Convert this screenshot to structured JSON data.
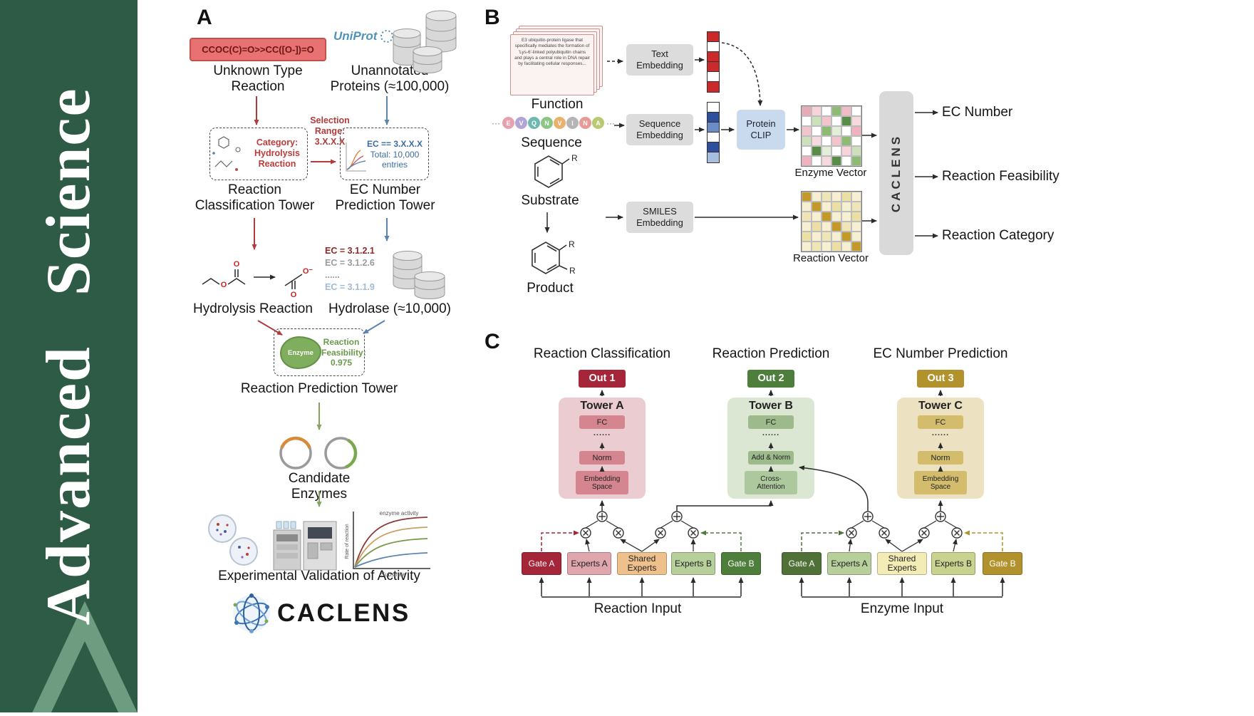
{
  "journal": {
    "name": "Advanced  Science"
  },
  "panelA": {
    "label": "A",
    "smiles": "CCOC(C)=O>>CC([O-])=O",
    "unknown_reaction": [
      "Unknown Type",
      "Reaction"
    ],
    "uniprot": "UniProt",
    "unannotated_proteins": [
      "Unannotated",
      "Proteins (≈100,000)"
    ],
    "selection_range": [
      "Selection",
      "Range:",
      "3.X.X.X"
    ],
    "category_box": [
      "Category:",
      "Hydrolysis",
      "Reaction"
    ],
    "ec_filter_box": [
      "EC == 3.X.X.X",
      "Total: 10,000",
      "entries"
    ],
    "reaction_classification_tower": [
      "Reaction",
      "Classification Tower"
    ],
    "ec_prediction_tower": [
      "EC Number",
      "Prediction Tower"
    ],
    "hydrolysis_reaction": "Hydrolysis Reaction",
    "ec_list": [
      "EC = 3.1.2.1",
      "EC = 3.1.2.6",
      "......",
      "EC = 3.1.1.9"
    ],
    "hydrolase": "Hydrolase (≈10,000)",
    "enzyme": "Enzyme",
    "feasibility": [
      "Reaction",
      "Feasibility:",
      "0.975"
    ],
    "reaction_prediction_tower": "Reaction Prediction Tower",
    "candidate_enzymes": "Candidate Enzymes",
    "validation": "Experimental Validation of Activity",
    "activity_chart": {
      "title": "enzyme activity",
      "xlabel": "Substrate",
      "ylabel": "Rate of reaction"
    },
    "logo": "CACLENS",
    "atom_o": "O",
    "atom_o_minus": "O⁻"
  },
  "panelB": {
    "label": "B",
    "function_card": "E3 ubiquitin-protein ligase that specifically mediates the formation of 'Lys-6'-linked polyubiquitin chains and plays a central role in DNA repair by facilitating cellular responses...",
    "function_label": "Function",
    "text_embedding": [
      "Text",
      "Embedding"
    ],
    "ellipsis": "···",
    "residues": [
      {
        "letter": "E",
        "color": "#e8a0ae"
      },
      {
        "letter": "V",
        "color": "#b2a4d6"
      },
      {
        "letter": "Q",
        "color": "#6fb8b2"
      },
      {
        "letter": "N",
        "color": "#8cc687"
      },
      {
        "letter": "V",
        "color": "#e8b26e"
      },
      {
        "letter": "I",
        "color": "#b5b5b5"
      },
      {
        "letter": "N",
        "color": "#e89a94"
      },
      {
        "letter": "A",
        "color": "#b8c873"
      }
    ],
    "sequence_label": "Sequence",
    "sequence_embedding": [
      "Sequence",
      "Embedding"
    ],
    "protein_clip": [
      "Protein",
      "CLIP"
    ],
    "enzyme_vector_label": "Enzyme Vector",
    "substrate_label": "Substrate",
    "product_label": "Product",
    "smiles_embedding": [
      "SMILES",
      "Embedding"
    ],
    "reaction_vector_label": "Reaction Vector",
    "caclens_box": "CACLENS",
    "outputs": [
      "EC Number",
      "Reaction Feasibility",
      "Reaction Category"
    ],
    "r_label": "R",
    "text_vector_cells": [
      "#cc2a2a",
      "#ffffff",
      "#cc2a2a",
      "#cc2a2a",
      "#ffffff",
      "#cc2a2a"
    ],
    "sequence_vector_cells": [
      "#ffffff",
      "#2e4f9e",
      "#6c8cc8",
      "#ffffff",
      "#2e4f9e",
      "#a8bede"
    ],
    "enzyme_vector_cells": [
      [
        "#e9aab8",
        "#f6d4da",
        "#ffffff",
        "#8fba74",
        "#f2bcc6",
        "#ffffff"
      ],
      [
        "#ffffff",
        "#cde0bc",
        "#f2c4cc",
        "#ffffff",
        "#5a8c49",
        "#f6dade"
      ],
      [
        "#f2c4cc",
        "#ffffff",
        "#8fba74",
        "#e3eed8",
        "#ffffff",
        "#f0b2be"
      ],
      [
        "#cde0bc",
        "#f6dade",
        "#ffffff",
        "#f2c4cc",
        "#8fba74",
        "#ffffff"
      ],
      [
        "#ffffff",
        "#5a8c49",
        "#e3eed8",
        "#ffffff",
        "#f6d4da",
        "#cde0bc"
      ],
      [
        "#f0b2be",
        "#ffffff",
        "#f6dade",
        "#5a8c49",
        "#ffffff",
        "#8fba74"
      ]
    ],
    "reaction_vector_cells": [
      [
        "#c39a2a",
        "#f6efd2",
        "#efe5b6",
        "#f6efd2",
        "#ebdfa6",
        "#f6efd2"
      ],
      [
        "#f6efd2",
        "#c39a2a",
        "#f6efd2",
        "#ebdfa6",
        "#f6efd2",
        "#efe5b6"
      ],
      [
        "#efe5b6",
        "#f6efd2",
        "#c39a2a",
        "#f6efd2",
        "#f6efd2",
        "#ebdfa6"
      ],
      [
        "#f6efd2",
        "#ebdfa6",
        "#f6efd2",
        "#c39a2a",
        "#efe5b6",
        "#f6efd2"
      ],
      [
        "#ebdfa6",
        "#f6efd2",
        "#efe5b6",
        "#f6efd2",
        "#c39a2a",
        "#f6efd2"
      ],
      [
        "#f6efd2",
        "#efe5b6",
        "#f6efd2",
        "#ebdfa6",
        "#f6efd2",
        "#c39a2a"
      ]
    ]
  },
  "panelC": {
    "label": "C",
    "columns": [
      {
        "title": "Reaction Classification",
        "out": "Out 1",
        "tower": "Tower A",
        "fc": "FC",
        "dots": "......",
        "mid": "Norm",
        "bottom": [
          "Embedding",
          "Space"
        ]
      },
      {
        "title": "Reaction Prediction",
        "out": "Out 2",
        "tower": "Tower B",
        "fc": "FC",
        "dots": "......",
        "mid": "Add & Norm",
        "bottom": [
          "Cross-",
          "Attention"
        ]
      },
      {
        "title": "EC Number Prediction",
        "out": "Out 3",
        "tower": "Tower C",
        "fc": "FC",
        "dots": "......",
        "mid": "Norm",
        "bottom": [
          "Embedding",
          "Space"
        ]
      }
    ],
    "left_group": {
      "gate_a": "Gate A",
      "experts_a": "Experts A",
      "shared": "Shared Experts",
      "experts_b": "Experts B",
      "gate_b": "Gate B"
    },
    "right_group": {
      "gate_a": "Gate A",
      "experts_a": "Experts A",
      "shared": "Shared Experts",
      "experts_b": "Experts B",
      "gate_b": "Gate B"
    },
    "reaction_input": "Reaction Input",
    "enzyme_input": "Enzyme Input"
  }
}
